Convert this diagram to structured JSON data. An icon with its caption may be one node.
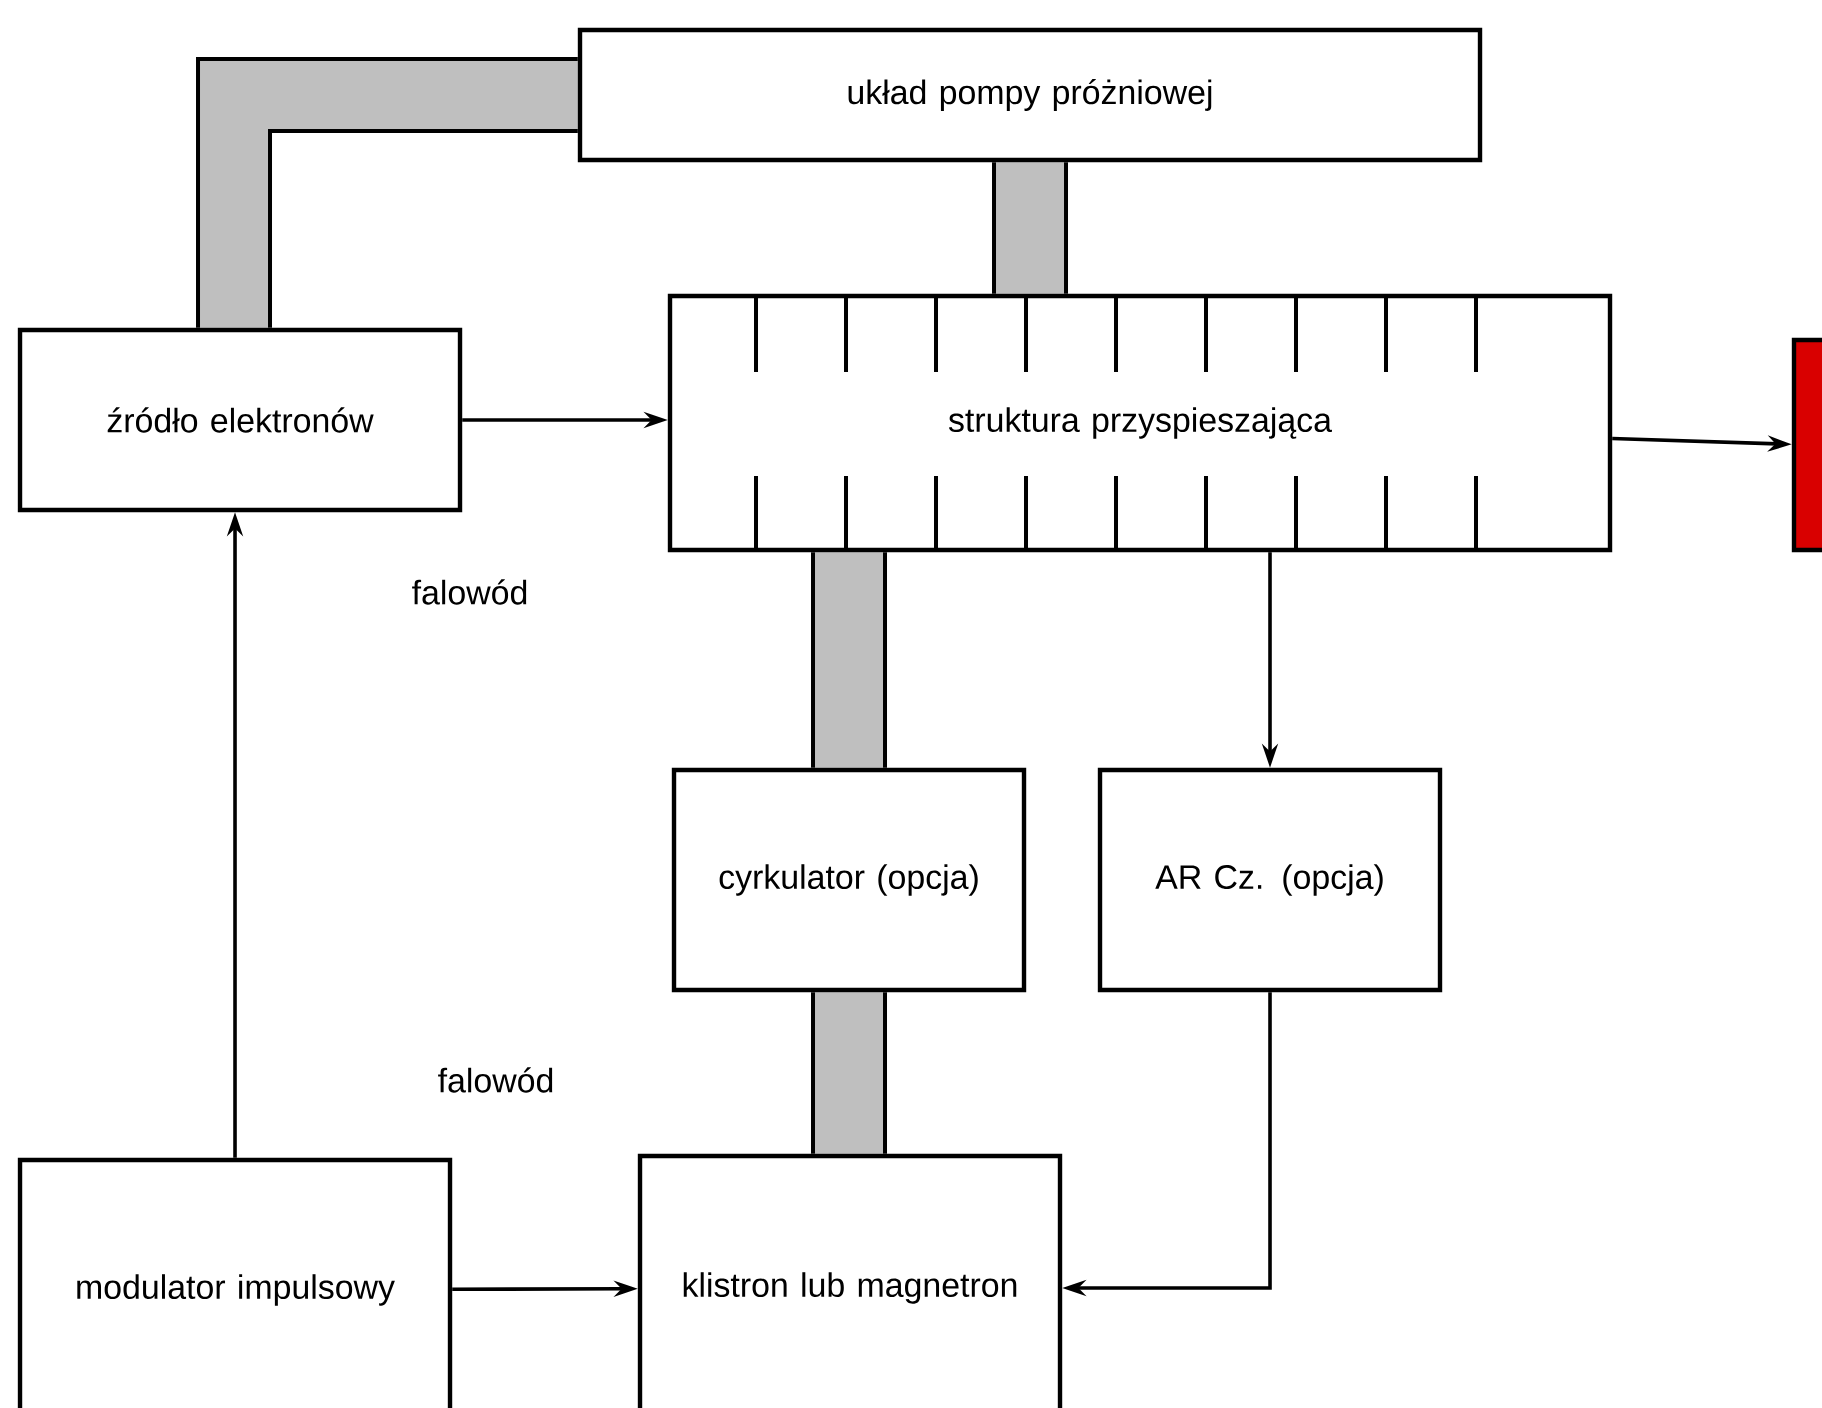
{
  "diagram": {
    "nodes": [
      {
        "text": [
          "układ pompy próżniowej"
        ]
      },
      {
        "text": [
          "źródło elektronów"
        ]
      },
      {
        "text": [
          "struktura przyspieszająca"
        ]
      },
      {
        "text": [],
        "shape": "box"
      },
      {
        "text": [
          "cyrkulator (opcja)"
        ]
      },
      {
        "text": [
          "AR Cz. (opcja)"
        ]
      },
      {
        "text": [
          "modulator impulsowy"
        ]
      },
      {
        "text": [
          "klistron lub magnetron"
        ]
      }
    ],
    "edges": [
      {
        "from": 1,
        "to": 0,
        "arrow": "none",
        "style": "thick"
      },
      {
        "from": 0,
        "to": 2,
        "arrow": "none",
        "style": "thick"
      },
      {
        "from": 1,
        "to": 2,
        "arrow": "to"
      },
      {
        "from": 2,
        "to": 3,
        "arrow": "to"
      },
      {
        "from": 2,
        "to": 4,
        "arrow": "none",
        "style": "thick"
      },
      {
        "from": 2,
        "to": 5,
        "arrow": "to"
      },
      {
        "from": 4,
        "to": 7,
        "arrow": "none",
        "style": "thick"
      },
      {
        "from": 5,
        "to": 7,
        "arrow": "to"
      },
      {
        "from": 6,
        "to": 1,
        "arrow": "to"
      },
      {
        "from": 6,
        "to": 7,
        "arrow": "to"
      }
    ],
    "labels": [
      "falowód",
      "falowód"
    ]
  }
}
